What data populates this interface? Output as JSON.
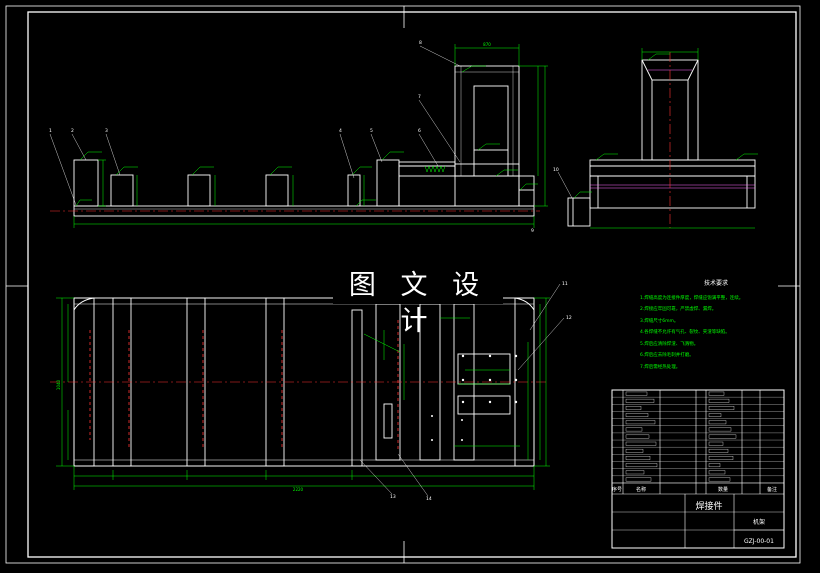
{
  "watermark": "图 文 设 计",
  "technical_requirements": {
    "title": "技术要求",
    "items": [
      "1.焊缝高度为连接件厚度，焊缝应饱满平整，连续。",
      "2.焊接应牢固可靠，严禁虚焊、漏焊。",
      "3.焊缝尺寸6mm。",
      "4.各焊缝不允许有气孔、裂纹、夹渣等缺陷。",
      "5.焊后应清除焊渣、飞溅物。",
      "6.焊后应去除毛刺并打磨。",
      "7.焊后需经热处理。"
    ]
  },
  "title_block": {
    "part_name": "焊接件",
    "drawing_no": "GZJ-00-01",
    "material": "机架",
    "col_no": "序号",
    "col_name": "名称",
    "col_qty": "数量",
    "col_note": "备注"
  },
  "part_balloons": {
    "front": [
      "1",
      "2",
      "3",
      "4",
      "5",
      "6",
      "7",
      "8",
      "9"
    ],
    "side": [
      "10"
    ],
    "plan": [
      "11",
      "12",
      "13",
      "14"
    ]
  },
  "dimensions": {
    "plan_overall": "2220",
    "plan_height": "1040",
    "top_width": "870"
  },
  "colors": {
    "background": "#000000",
    "outline": "#ffffff",
    "dimension": "#00ff00",
    "centerline": "#ff3333",
    "hidden": "#ff66ff"
  }
}
